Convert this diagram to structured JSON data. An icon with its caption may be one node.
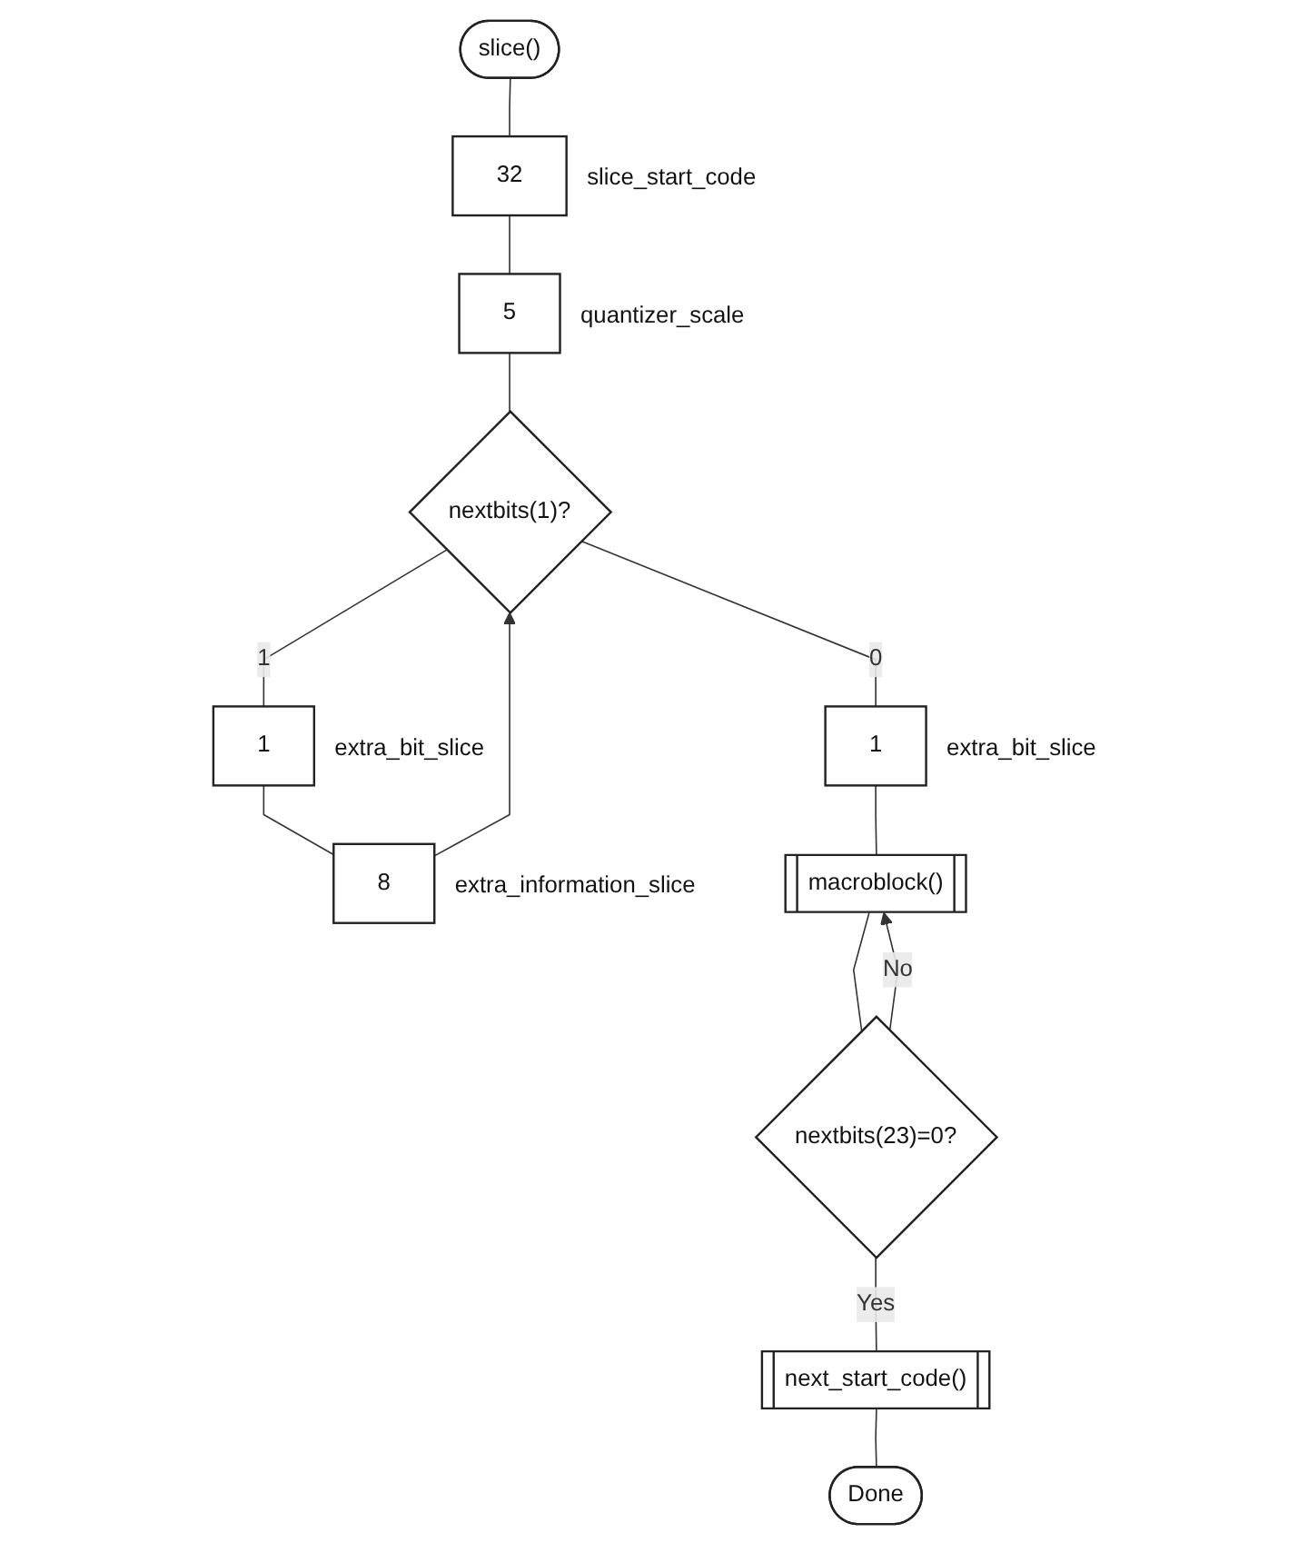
{
  "diagram": {
    "nodes": [
      {
        "text": [
          "slice()"
        ]
      },
      {
        "text": [
          "32"
        ],
        "beside": [
          "slice_start_code"
        ]
      },
      {
        "text": [
          "5"
        ],
        "beside": [
          "quantizer_scale"
        ]
      },
      {
        "text": [
          "nextbits(1)?"
        ]
      },
      {
        "text": [
          "1"
        ],
        "beside": [
          "extra_bit_slice"
        ]
      },
      {
        "text": [
          "8"
        ],
        "beside": [
          "extra_information_slice"
        ]
      },
      {
        "text": [
          "1"
        ],
        "beside": [
          "extra_bit_slice"
        ]
      },
      {
        "text": [
          "macroblock()"
        ]
      },
      {
        "text": [
          "nextbits(23)=0?"
        ]
      },
      {
        "text": [
          "next_start_code()"
        ]
      },
      {
        "text": [
          "Done"
        ]
      }
    ],
    "edges": [
      {
        "from": 0,
        "to": 1,
        "arrow": "none"
      },
      {
        "from": 1,
        "to": 2,
        "arrow": "none"
      },
      {
        "from": 2,
        "to": 3,
        "arrow": "none"
      },
      {
        "from": 3,
        "to": 4,
        "label": "1",
        "arrow": "none"
      },
      {
        "from": 4,
        "to": 5,
        "arrow": "none"
      },
      {
        "from": 5,
        "to": 3,
        "arrow": "to"
      },
      {
        "from": 3,
        "to": 6,
        "label": "0",
        "arrow": "none"
      },
      {
        "from": 6,
        "to": 7,
        "arrow": "none"
      },
      {
        "from": 7,
        "to": 8,
        "arrow": "none"
      },
      {
        "from": 8,
        "to": 7,
        "label": "No",
        "arrow": "to"
      },
      {
        "from": 8,
        "to": 9,
        "label": "Yes",
        "arrow": "none"
      },
      {
        "from": 9,
        "to": 10,
        "arrow": "none"
      }
    ]
  }
}
